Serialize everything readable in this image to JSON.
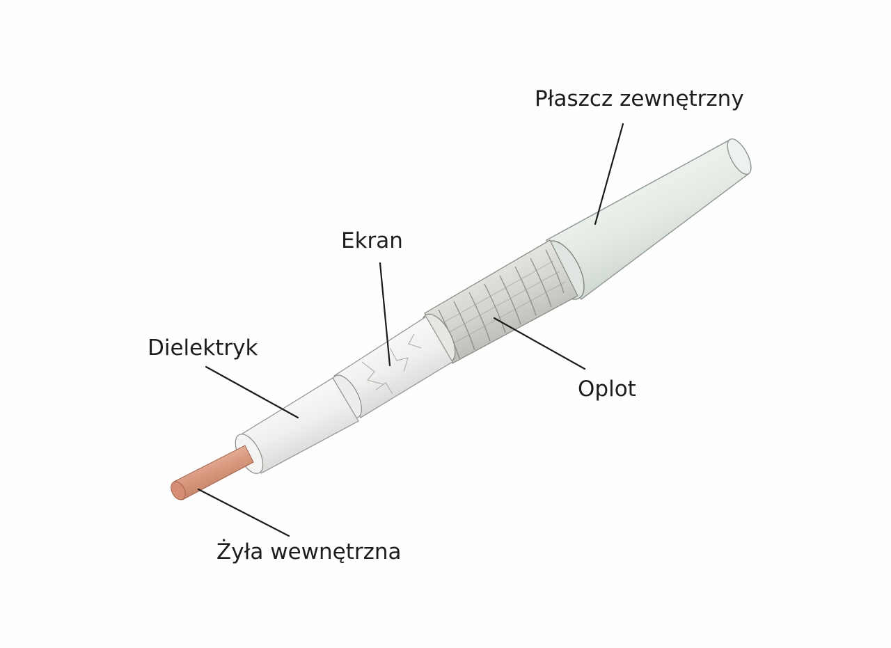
{
  "labels": {
    "jacket": "Płaszcz zewnętrzny",
    "shield": "Ekran",
    "dielectric": "Dielektryk",
    "braid": "Oplot",
    "conductor": "Żyła wewnętrzna"
  },
  "colors": {
    "background": "#fefefe",
    "copper": "#d99a80",
    "jacket": "#e9eee9",
    "dielectric": "#f0f1ef",
    "shield_foil": "#e2e4e2",
    "braid": "#dcdcd8",
    "leader_line": "#1a1a1a",
    "label_text": "#1c1c1c"
  }
}
